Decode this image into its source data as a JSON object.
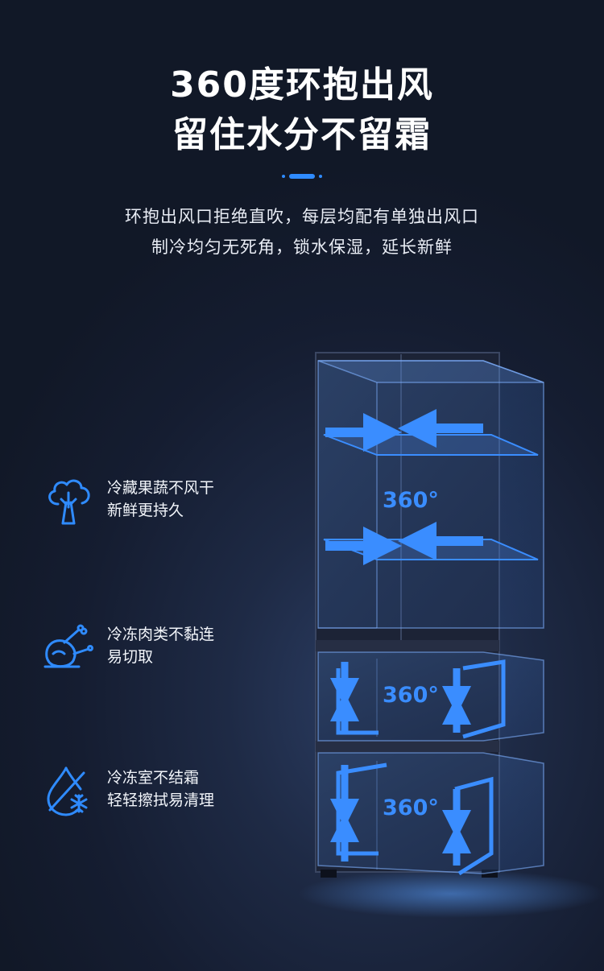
{
  "heading": {
    "line1": "360度环抱出风",
    "line2": "留住水分不留霜"
  },
  "description": {
    "line1": "环抱出风口拒绝直吹，每层均配有单独出风口",
    "line2": "制冷均匀无死角，锁水保湿，延长新鲜"
  },
  "features": [
    {
      "icon": "broccoli-icon",
      "line1": "冷藏果蔬不风干",
      "line2": "新鲜更持久"
    },
    {
      "icon": "roast-chicken-icon",
      "line1": "冷冻肉类不黏连",
      "line2": "易切取"
    },
    {
      "icon": "droplet-snowflake-icon",
      "line1": "冷冻室不结霜",
      "line2": "轻轻擦拭易清理"
    }
  ],
  "fridge": {
    "top_label": "360°",
    "middle_label": "360°",
    "bottom_label": "360°"
  },
  "colors": {
    "accent": "#2f8bff",
    "background": "#151d31"
  }
}
